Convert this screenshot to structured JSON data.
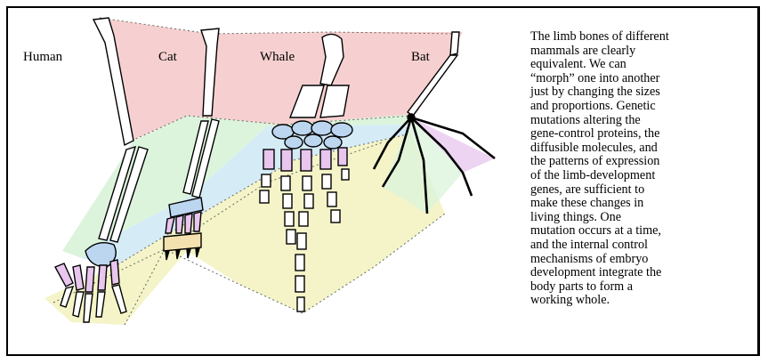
{
  "diagram": {
    "labels": {
      "human": "Human",
      "cat": "Cat",
      "whale": "Whale",
      "bat": "Bat"
    },
    "colors": {
      "upper_arm_region": "#f6d0d0",
      "forearm_region": "#dcf4dc",
      "wrist_region": "#d5ecf7",
      "hand_region": "#f4f4c8",
      "carpal_bones": "#bcd6f0",
      "metacarpal_bones": "#e8c6ee",
      "bone_fill": "#ffffff"
    }
  },
  "caption": {
    "lines": [
      "The limb bones of different",
      "mammals are clearly",
      "equivalent.  We can",
      "“morph” one into another",
      "just by changing the sizes",
      "and proportions.  Genetic",
      "mutations altering the",
      "gene-control proteins, the",
      "diffusible molecules, and",
      "the patterns of expression",
      "of the limb-development",
      "genes, are sufficient to",
      "make these changes in",
      "living things.  One",
      "mutation occurs at a time,",
      "and the internal control",
      "mechanisms of embryo",
      "development integrate the",
      "body parts to form a",
      "working whole."
    ]
  }
}
